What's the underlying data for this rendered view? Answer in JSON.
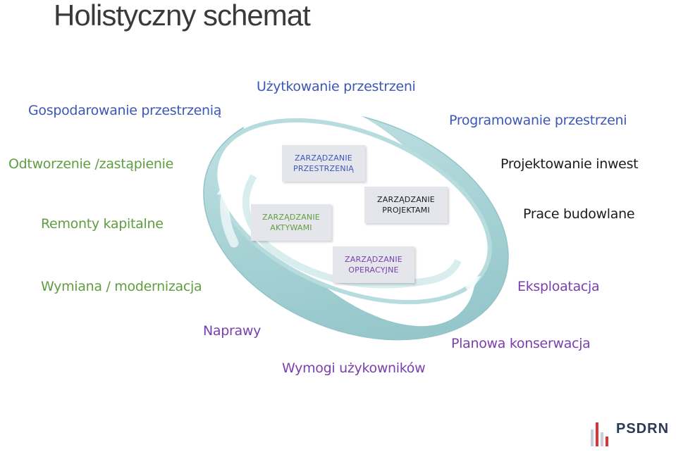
{
  "title": "Holistyczny schemat",
  "labels": {
    "uzytkowanie": "Użytkowanie przestrzeni",
    "gospodarowanie": "Gospodarowanie przestrzenią",
    "programowanie": "Programowanie przestrzeni",
    "odtworzenie": "Odtworzenie /zastąpienie",
    "projektowanie": "Projektowanie inwest",
    "prace": "Prace budowlane",
    "remonty": "Remonty kapitalne",
    "wymiana": "Wymiana / modernizacja",
    "eksploatacja": "Eksploatacja",
    "naprawy": "Naprawy",
    "planowa": "Planowa konserwacja",
    "wymogi": "Wymogi użykowników"
  },
  "boxes": {
    "przestrzenia": {
      "line1": "ZARZĄDZANIE",
      "line2": "PRZESTRZENIĄ"
    },
    "projektami": {
      "line1": "ZARZĄDZANIE",
      "line2": "PROJEKTAMI"
    },
    "aktywami": {
      "line1": "ZARZĄDZANIE",
      "line2": "AKTYWAMI"
    },
    "operacyjne": {
      "line1": "ZARZĄDZANIE",
      "line2": "OPERACYJNE"
    }
  },
  "logo": {
    "text": "PSDRN"
  },
  "colors": {
    "blue": "#3b57b8",
    "green": "#5f9e3f",
    "purple": "#7a3fae",
    "ring": "#a9d3d6"
  }
}
